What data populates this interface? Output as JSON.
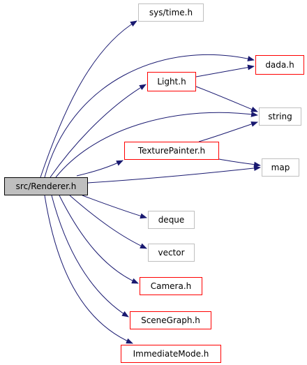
{
  "graph": {
    "root": {
      "label": "src/Renderer.h",
      "kind": "focus"
    },
    "nodes": [
      {
        "id": "systime",
        "label": "sys/time.h",
        "kind": "system"
      },
      {
        "id": "dada",
        "label": "dada.h",
        "kind": "linked"
      },
      {
        "id": "light",
        "label": "Light.h",
        "kind": "linked"
      },
      {
        "id": "string",
        "label": "string",
        "kind": "system"
      },
      {
        "id": "texturepainter",
        "label": "TexturePainter.h",
        "kind": "linked"
      },
      {
        "id": "map",
        "label": "map",
        "kind": "system"
      },
      {
        "id": "deque",
        "label": "deque",
        "kind": "system"
      },
      {
        "id": "vector",
        "label": "vector",
        "kind": "system"
      },
      {
        "id": "camera",
        "label": "Camera.h",
        "kind": "linked"
      },
      {
        "id": "scenegraph",
        "label": "SceneGraph.h",
        "kind": "linked"
      },
      {
        "id": "immediatemode",
        "label": "ImmediateMode.h",
        "kind": "linked"
      }
    ],
    "edges": [
      {
        "from": "root",
        "to": "systime"
      },
      {
        "from": "root",
        "to": "dada"
      },
      {
        "from": "root",
        "to": "light"
      },
      {
        "from": "root",
        "to": "string"
      },
      {
        "from": "root",
        "to": "texturepainter"
      },
      {
        "from": "root",
        "to": "map"
      },
      {
        "from": "root",
        "to": "deque"
      },
      {
        "from": "root",
        "to": "vector"
      },
      {
        "from": "root",
        "to": "camera"
      },
      {
        "from": "root",
        "to": "scenegraph"
      },
      {
        "from": "root",
        "to": "immediatemode"
      },
      {
        "from": "light",
        "to": "dada"
      },
      {
        "from": "light",
        "to": "string"
      },
      {
        "from": "texturepainter",
        "to": "string"
      },
      {
        "from": "texturepainter",
        "to": "map"
      }
    ],
    "colors": {
      "edge": "#191970",
      "linked_border": "#ff0000",
      "system_border": "#bfbfbf",
      "focus_fill": "#bfbfbf",
      "focus_border": "#000000"
    }
  }
}
